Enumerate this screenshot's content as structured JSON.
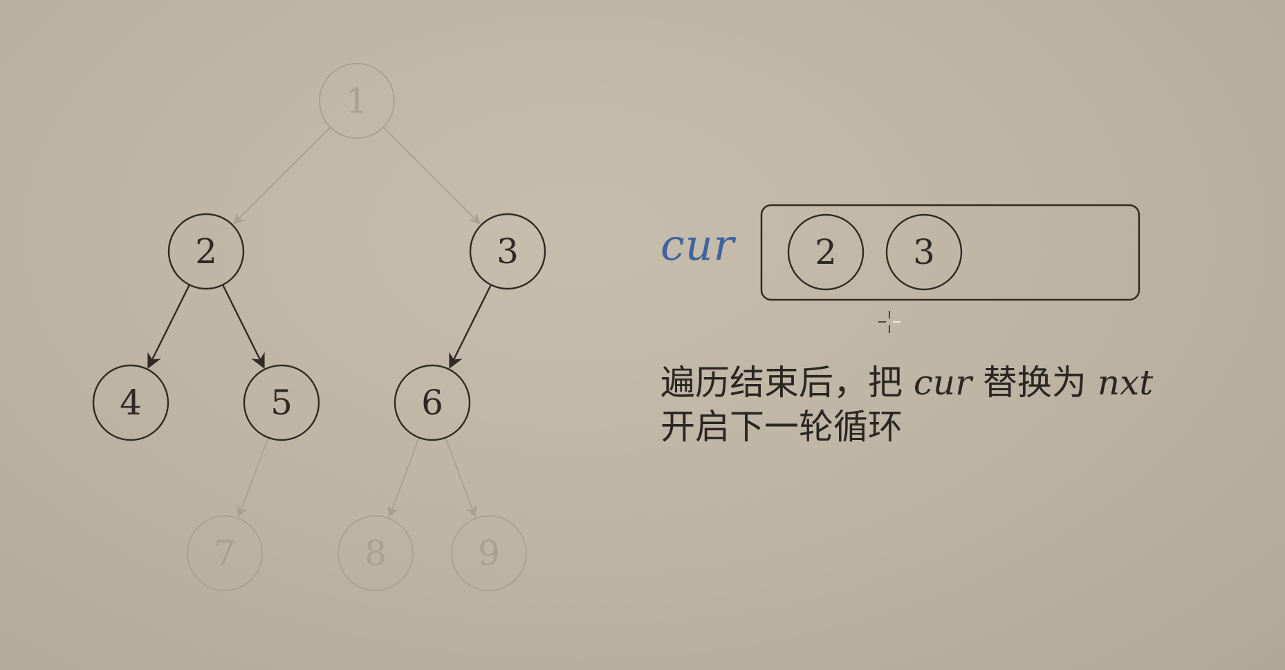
{
  "tree": {
    "nodes": [
      {
        "id": "n1",
        "label": "1",
        "state": "faded"
      },
      {
        "id": "n2",
        "label": "2",
        "state": "active"
      },
      {
        "id": "n3",
        "label": "3",
        "state": "active"
      },
      {
        "id": "n4",
        "label": "4",
        "state": "active"
      },
      {
        "id": "n5",
        "label": "5",
        "state": "active"
      },
      {
        "id": "n6",
        "label": "6",
        "state": "active"
      },
      {
        "id": "n7",
        "label": "7",
        "state": "faded"
      },
      {
        "id": "n8",
        "label": "8",
        "state": "faded"
      },
      {
        "id": "n9",
        "label": "9",
        "state": "faded"
      }
    ],
    "edges": [
      {
        "from": "n1",
        "to": "n2",
        "state": "faded"
      },
      {
        "from": "n1",
        "to": "n3",
        "state": "faded"
      },
      {
        "from": "n2",
        "to": "n4",
        "state": "active"
      },
      {
        "from": "n2",
        "to": "n5",
        "state": "active"
      },
      {
        "from": "n3",
        "to": "n6",
        "state": "active"
      },
      {
        "from": "n5",
        "to": "n7",
        "state": "faded"
      },
      {
        "from": "n6",
        "to": "n8",
        "state": "faded"
      },
      {
        "from": "n6",
        "to": "n9",
        "state": "faded"
      }
    ]
  },
  "cur": {
    "label": "cur",
    "items": [
      "2",
      "3"
    ]
  },
  "caption": {
    "line1_prefix": "遍历结束后，把 ",
    "line1_var1": "cur",
    "line1_mid": " 替换为 ",
    "line1_var2": "nxt",
    "line2": "开启下一轮循环"
  },
  "colors": {
    "active_stroke": "#2e2a25",
    "faded_stroke": "#a9a092",
    "accent_blue": "#3e63a0"
  }
}
